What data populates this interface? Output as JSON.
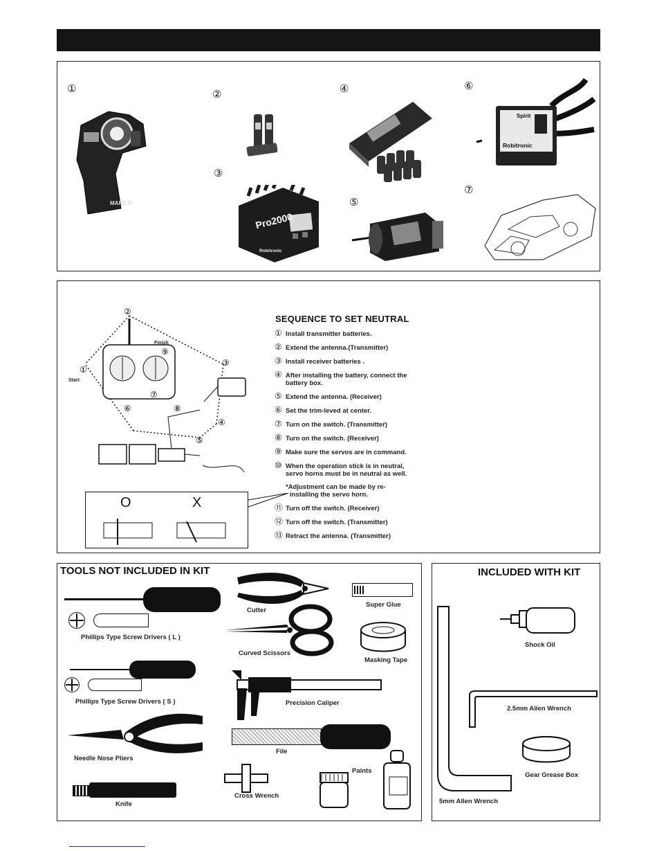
{
  "radio_items": [
    {
      "number": "①"
    },
    {
      "number": "②"
    },
    {
      "number": "③"
    },
    {
      "number": "④"
    },
    {
      "number": "⑤"
    },
    {
      "number": "⑥"
    },
    {
      "number": "⑦"
    }
  ],
  "photo_text": {
    "transmitter_brand": "MARS R",
    "charger_brand": "Pro2000",
    "charger_maker": "Robitronic",
    "esc_brand": "Spirit",
    "esc_maker": "Robitronic"
  },
  "diagram": {
    "start_label": "Start",
    "finish_label": "Finish",
    "correct_symbol": "O",
    "wrong_symbol": "X"
  },
  "sequence": {
    "title": "SEQUENCE  TO SET NEUTRAL",
    "steps": [
      {
        "mark": "①",
        "text": "Install transmitter  batteries."
      },
      {
        "mark": "②",
        "text": "Extend the antenna.(Transmitter)"
      },
      {
        "mark": "③",
        "text": "Install  receiver batteries ."
      },
      {
        "mark": "④",
        "text": "After installing the battery, connect the battery box."
      },
      {
        "mark": "⑤",
        "text": "Extend the antenna. (Receiver)"
      },
      {
        "mark": "⑥",
        "text": "Set the trim-leved at center."
      },
      {
        "mark": "⑦",
        "text": "Turn  on the switch. (Transmitter)"
      },
      {
        "mark": "⑧",
        "text": "Turn on the switch. (Receiver)"
      },
      {
        "mark": "⑨",
        "text": "Make sure the servos are in command."
      },
      {
        "mark": "⑩",
        "text": "When the operation stick is in neutral, servo horns must be in neutral  as well."
      },
      {
        "mark": "",
        "text": "*Adjustment can be made by re- installing the servo horn."
      },
      {
        "mark": "⑪",
        "text": "Turn off the switch. (Receiver)"
      },
      {
        "mark": "⑫",
        "text": "Turn off the switch. (Transmitter)"
      },
      {
        "mark": "⑬",
        "text": "Retract the antenna. (Transmitter)"
      }
    ]
  },
  "tools": {
    "title": "TOOLS NOT INCLUDED IN KIT",
    "phillips_l": "Phillips Type Screw Drivers ( L )",
    "phillips_s": "Phillips Type Screw Drivers  ( S )",
    "needle_nose": "Needle Nose Pliers",
    "knife": "Knife",
    "cutter": "Cutter",
    "scissors": "Curved Scissors",
    "caliper": "Precision Caliper",
    "file": "File",
    "cross_wrench": "Cross Wrench",
    "paints": "Paints",
    "super_glue": "Super Glue",
    "masking_tape": "Masking Tape"
  },
  "included": {
    "title": "INCLUDED WITH KIT",
    "shock_oil": "Shock Oil",
    "allen_25": "2.5mm Allen Wrench",
    "grease": "Gear Grease Box",
    "allen_5": "5mm Allen Wrench"
  }
}
